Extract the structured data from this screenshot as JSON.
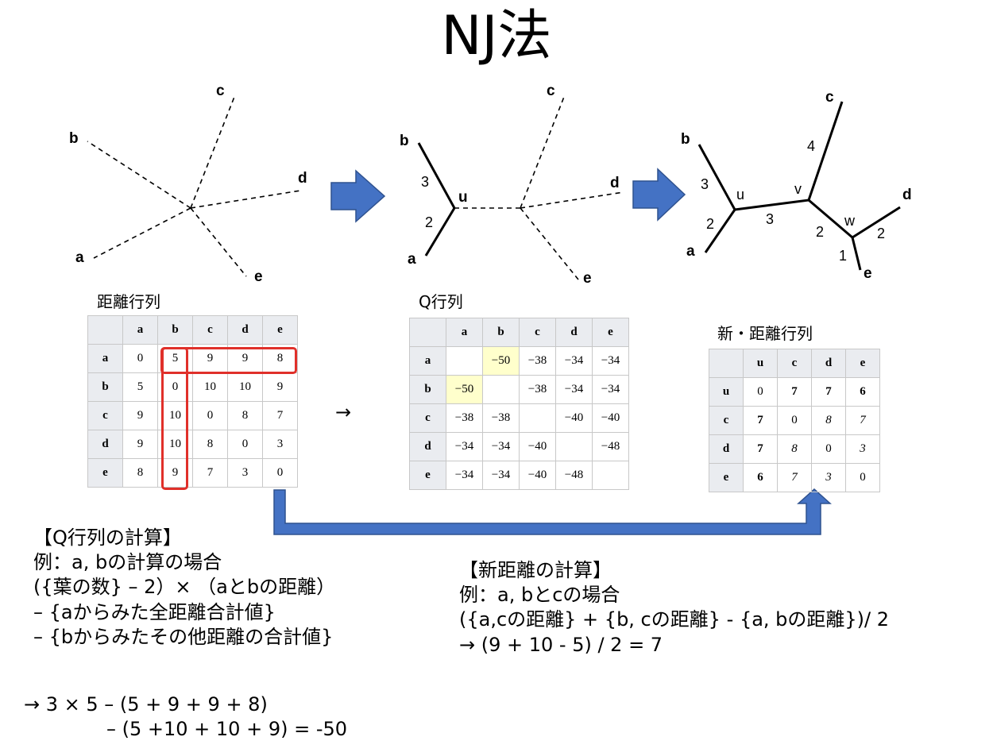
{
  "title": "NJ法",
  "trees": {
    "tree1": {
      "labels": {
        "a": "a",
        "b": "b",
        "c": "c",
        "d": "d",
        "e": "e"
      }
    },
    "tree2": {
      "labels": {
        "a": "a",
        "b": "b",
        "c": "c",
        "d": "d",
        "e": "e",
        "u": "u"
      },
      "edges": {
        "bu": "3",
        "au": "2"
      }
    },
    "tree3": {
      "labels": {
        "a": "a",
        "b": "b",
        "c": "c",
        "d": "d",
        "e": "e",
        "u": "u",
        "v": "v",
        "w": "w"
      },
      "edges": {
        "bu": "3",
        "au": "2",
        "uv": "3",
        "cv": "4",
        "vw": "2",
        "dw": "2",
        "ew": "1"
      }
    }
  },
  "matrices": {
    "distance": {
      "caption": "距離行列",
      "cols": [
        "a",
        "b",
        "c",
        "d",
        "e"
      ],
      "rows": [
        {
          "h": "a",
          "v": [
            "0",
            "5",
            "9",
            "9",
            "8"
          ]
        },
        {
          "h": "b",
          "v": [
            "5",
            "0",
            "10",
            "10",
            "9"
          ]
        },
        {
          "h": "c",
          "v": [
            "9",
            "10",
            "0",
            "8",
            "7"
          ]
        },
        {
          "h": "d",
          "v": [
            "9",
            "10",
            "8",
            "0",
            "3"
          ]
        },
        {
          "h": "e",
          "v": [
            "8",
            "9",
            "7",
            "3",
            "0"
          ]
        }
      ]
    },
    "arrow": "→",
    "q": {
      "caption": "Q行列",
      "cols": [
        "a",
        "b",
        "c",
        "d",
        "e"
      ],
      "rows": [
        {
          "h": "a",
          "v": [
            "",
            "−50",
            "−38",
            "−34",
            "−34"
          ]
        },
        {
          "h": "b",
          "v": [
            "−50",
            "",
            "−38",
            "−34",
            "−34"
          ]
        },
        {
          "h": "c",
          "v": [
            "−38",
            "−38",
            "",
            "−40",
            "−40"
          ]
        },
        {
          "h": "d",
          "v": [
            "−34",
            "−34",
            "−40",
            "",
            "−48"
          ]
        },
        {
          "h": "e",
          "v": [
            "−34",
            "−34",
            "−40",
            "−48",
            ""
          ]
        }
      ]
    },
    "new_distance": {
      "caption": "新・距離行列",
      "cols": [
        "u",
        "c",
        "d",
        "e"
      ],
      "rows": [
        {
          "h": "u",
          "v": [
            "0",
            "7",
            "7",
            "6"
          ]
        },
        {
          "h": "c",
          "v": [
            "7",
            "0",
            "8",
            "7"
          ]
        },
        {
          "h": "d",
          "v": [
            "7",
            "8",
            "0",
            "3"
          ]
        },
        {
          "h": "e",
          "v": [
            "6",
            "7",
            "3",
            "0"
          ]
        }
      ]
    }
  },
  "q_calc": {
    "lines": [
      "【Q行列の計算】",
      " 例：a, bの計算の場合",
      "  ({葉の数} – 2）× （aとbの距離）",
      " – {aからみた全距離合計値}",
      " – {bからみたその他距離の合計値}"
    ],
    "result": [
      "→ 3 × 5 – (5 +  9 +  9 + 8)",
      "– (5 +10 + 10 + 9) = -50"
    ]
  },
  "new_calc": {
    "lines": [
      "【新距離の計算】",
      "例：a, bとcの場合",
      "({a,cの距離} + {b, cの距離} -  {a, bの距離})/ 2",
      "→ (9 + 10 - 5) / 2 = 7"
    ]
  },
  "colors": {
    "arrow": "#4472c4",
    "arrow_border": "#2f528f",
    "highlight_box": "#e0302a",
    "q_highlight": "#ffffcc"
  }
}
